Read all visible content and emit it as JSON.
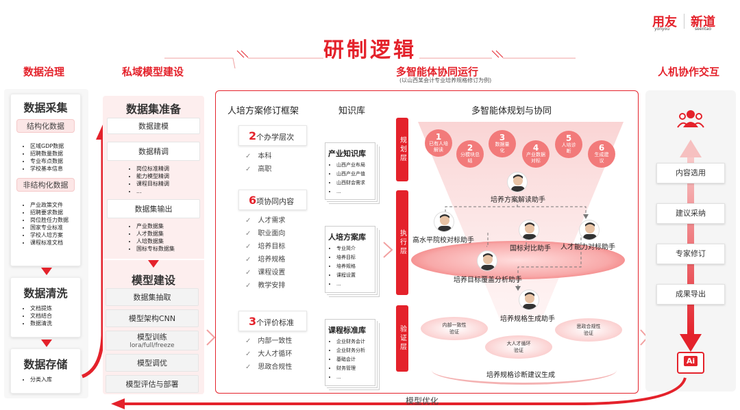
{
  "brand": {
    "left_name": "用友",
    "left_sub": "yonyou",
    "right_name": "新道",
    "right_sub": "seentao"
  },
  "title": "研制逻辑",
  "columns": {
    "data_governance": "数据治理",
    "private_model": "私域模型建设",
    "multi_agent": "多智能体协同运行",
    "multi_agent_note": "(以山西某会计专业培养规格修订为例)",
    "hci": "人机协作交互"
  },
  "col1": {
    "collect": {
      "title": "数据采集",
      "structured": "结构化数据",
      "structured_items": [
        "区域GDP数据",
        "招聘数量数据",
        "专业布点数据",
        "学校基本信息"
      ],
      "unstructured": "非结构化数据",
      "unstructured_items": [
        "产业政策文件",
        "招聘要求数据",
        "岗位胜任力数据",
        "国家专业标准",
        "学校人培方案",
        "课程标准文档"
      ]
    },
    "clean": {
      "title": "数据清洗",
      "items": [
        "文档提炼",
        "文档结合",
        "数据清洗"
      ]
    },
    "store": {
      "title": "数据存储",
      "items": [
        "分类入库"
      ]
    }
  },
  "col2": {
    "prep": {
      "title": "数据集准备",
      "modeling": "数据建模",
      "tuning": "数据精调",
      "tuning_items": [
        "岗位标准精调",
        "能力模型精调",
        "课程目标精调",
        "..."
      ],
      "output": "数据集输出",
      "output_items": [
        "产业数据集",
        "人才数据集",
        "人培数据集",
        "国标专标数据集"
      ]
    },
    "build": {
      "title": "模型建设",
      "steps": [
        "数据集抽取",
        "模型架构CNN",
        "模型训练",
        "模型调优",
        "模型评估与部署"
      ],
      "train_sub": "lora/full/freeze"
    }
  },
  "framework": {
    "title": "人培方案修订框架",
    "g1": {
      "num": "2",
      "label": "个办学层次",
      "items": [
        "本科",
        "高职"
      ],
      "red": [
        false,
        true
      ]
    },
    "g2": {
      "num": "6",
      "label": "项协同内容",
      "items": [
        "人才需求",
        "职业面向",
        "培养目标",
        "培养规格",
        "课程设置",
        "教学安排"
      ],
      "red": [
        false,
        false,
        false,
        true,
        false,
        false
      ]
    },
    "g3": {
      "num": "3",
      "label": "个评价标准",
      "items": [
        "内部一致性",
        "大人才循环",
        "思政合规性"
      ],
      "red": [
        true,
        true,
        true
      ]
    }
  },
  "kb": {
    "title": "知识库",
    "docs": [
      {
        "title": "产业知识库",
        "items": [
          "山西产业布局",
          "山西产业产值",
          "山西财会需求",
          "..."
        ]
      },
      {
        "title": "人培方案库",
        "items": [
          "专业简介",
          "培养目标",
          "培养规格",
          "课程设置",
          "..."
        ]
      },
      {
        "title": "课程标准库",
        "items": [
          "企业财务会计",
          "企业财务分析",
          "基础会计",
          "财务管理",
          "..."
        ]
      }
    ]
  },
  "layers": [
    "规划层",
    "执行层",
    "验证层"
  ],
  "planning": {
    "title": "多智能体规划与协同",
    "steps": [
      {
        "num": "1",
        "text": "已有人培解读"
      },
      {
        "num": "2",
        "text": "分模块总结"
      },
      {
        "num": "3",
        "text": "数据量化"
      },
      {
        "num": "4",
        "text": "产业数据对标"
      },
      {
        "num": "5",
        "text": "人培诊断"
      },
      {
        "num": "6",
        "text": "生成建议"
      }
    ]
  },
  "agents": {
    "a1": "培养方案解读助手",
    "a2": "高水平院校对标助手",
    "a3": "国标对比助手",
    "a4": "人才能力对标助手",
    "a5": "培养目标覆盖分析助手",
    "a6": "培养规格生成助手"
  },
  "verify": {
    "v1": [
      "内部一致性",
      "验证"
    ],
    "v2": [
      "思政合规性",
      "验证"
    ],
    "v3": [
      "大人才循环",
      "验证"
    ],
    "output": "培养规格诊断建议生成"
  },
  "hci": {
    "items": [
      "内容选用",
      "建议采纳",
      "专家修订",
      "成果导出"
    ],
    "ai_label": "Ai"
  },
  "feedback": "模型优化",
  "colors": {
    "accent": "#e4222b",
    "light": "#fdeaea"
  }
}
